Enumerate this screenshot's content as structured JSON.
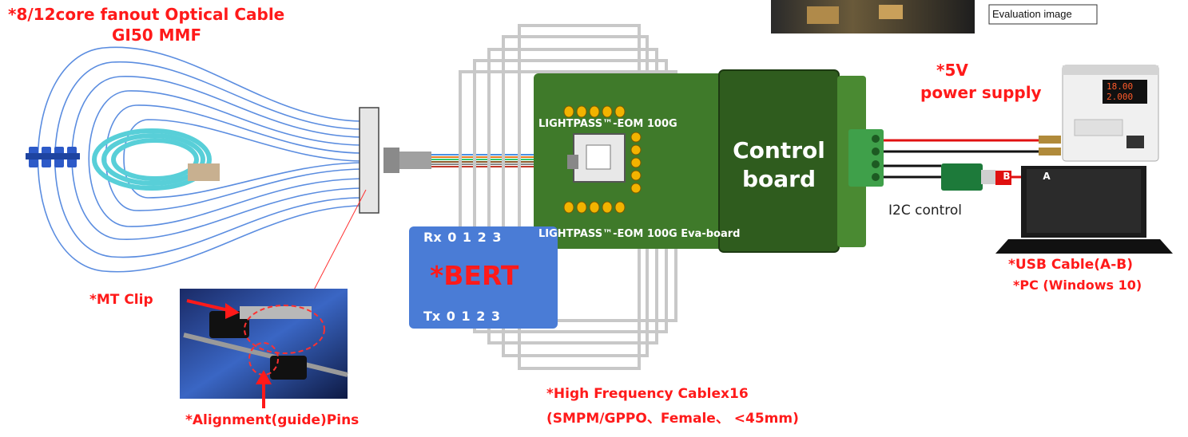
{
  "labels": {
    "fanout_cable_line1": "*8/12core fanout Optical Cable",
    "fanout_cable_line2": "GI50 MMF",
    "power_supply_line1": "*5V",
    "power_supply_line2": "power supply",
    "eom_top": "LIGHTPASS™-EOM 100G",
    "eom_bottom": "LIGHTPASS™-EOM 100G Eva-board",
    "control_board_line1": "Control",
    "control_board_line2": "board",
    "i2c": "I2C control",
    "usb_cable": "*USB Cable(A-B)",
    "pc": "*PC (Windows 10)",
    "mt_clip": "*MT Clip",
    "alignment_pins": "*Alignment(guide)Pins",
    "bert": "*BERT",
    "bert_rx": "Rx 0 1 2 3",
    "bert_tx": "Tx 0 1 2 3",
    "hf_cable_line1": "*High Frequency Cablex16",
    "hf_cable_line2": "(SMPM/GPPO、Female、 <45mm)",
    "evaluation_image": "Evaluation image",
    "usb_a": "A",
    "usb_b": "B",
    "psu_display_v": "18.00",
    "psu_display_a": "2.000"
  },
  "colors": {
    "accent_red": "#ff1a1a",
    "board_green": "#3f7a2a",
    "control_green": "#2f5c1e",
    "bert_blue": "#4a7cd6",
    "fiber_blue": "#5b8de0",
    "connector_green": "#3fa04a"
  }
}
